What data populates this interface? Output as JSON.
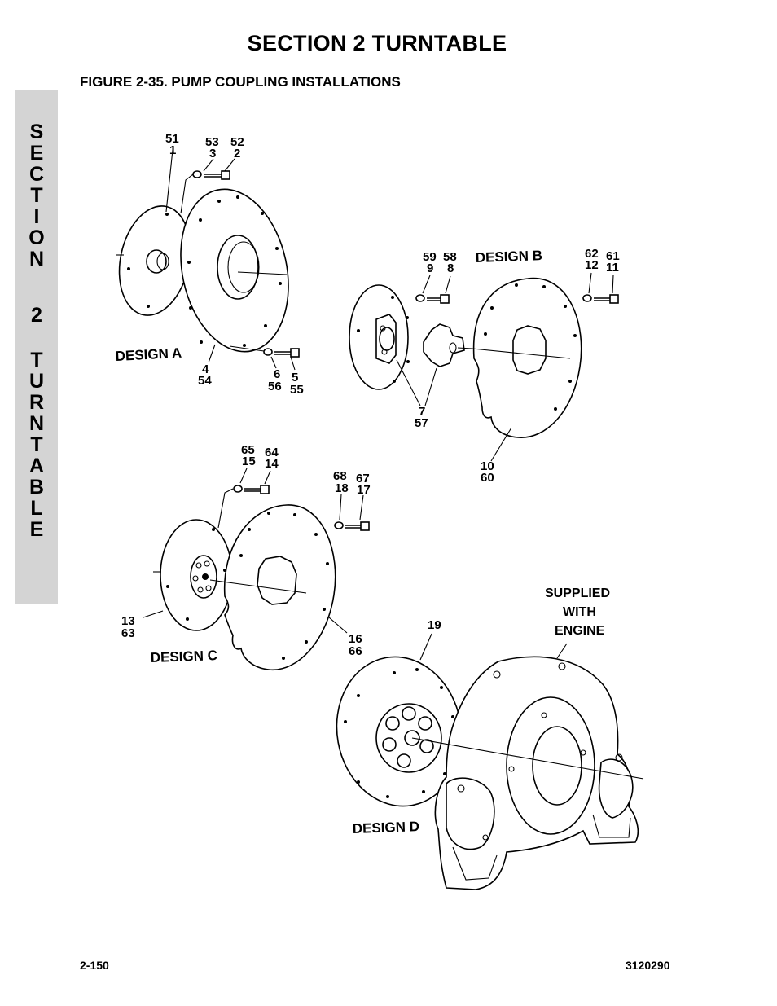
{
  "header": {
    "section_title": "SECTION 2  TURNTABLE",
    "figure_title": "FIGURE 2-35.  PUMP COUPLING INSTALLATIONS"
  },
  "side_tab": {
    "letters": [
      "S",
      "E",
      "C",
      "T",
      "I",
      "O",
      "N",
      "2",
      "T",
      "U",
      "R",
      "N",
      "T",
      "A",
      "B",
      "L",
      "E"
    ]
  },
  "designs": {
    "a": "DESIGN A",
    "b": "DESIGN B",
    "c": "DESIGN C",
    "d": "DESIGN D"
  },
  "callouts": {
    "a_51": "51",
    "a_1": "1",
    "a_53": "53",
    "a_3": "3",
    "a_52": "52",
    "a_2": "2",
    "a_4": "4",
    "a_54": "54",
    "a_6": "6",
    "a_56": "56",
    "a_5": "5",
    "a_55": "55",
    "b_59": "59",
    "b_9": "9",
    "b_58": "58",
    "b_8": "8",
    "b_62": "62",
    "b_12": "12",
    "b_61": "61",
    "b_11": "11",
    "b_7": "7",
    "b_57": "57",
    "b_10": "10",
    "b_60": "60",
    "c_65": "65",
    "c_15": "15",
    "c_64": "64",
    "c_14": "14",
    "c_68": "68",
    "c_18": "18",
    "c_67": "67",
    "c_17": "17",
    "c_13": "13",
    "c_63": "63",
    "c_16": "16",
    "c_66": "66",
    "d_19": "19"
  },
  "note": {
    "line1": "SUPPLIED",
    "line2": "WITH",
    "line3": "ENGINE"
  },
  "footer": {
    "page_number": "2-150",
    "doc_number": "3120290"
  }
}
